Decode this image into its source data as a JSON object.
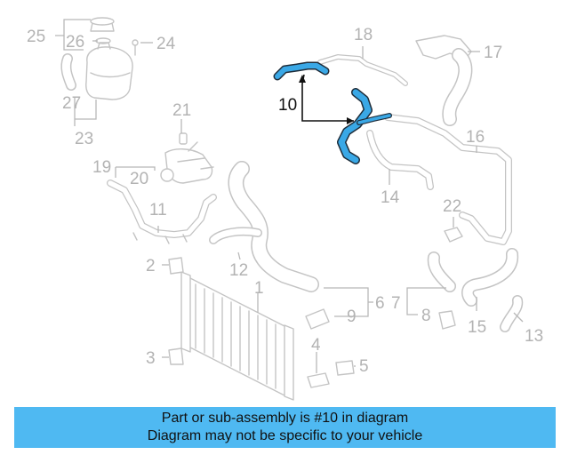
{
  "callouts": {
    "c1": "1",
    "c2": "2",
    "c3": "3",
    "c4": "4",
    "c5": "5",
    "c6": "6",
    "c7": "7",
    "c8": "8",
    "c9": "9",
    "c10": "10",
    "c11": "11",
    "c12": "12",
    "c13": "13",
    "c14": "14",
    "c15": "15",
    "c16": "16",
    "c17": "17",
    "c18": "18",
    "c19": "19",
    "c20": "20",
    "c21": "21",
    "c22": "22",
    "c23": "23",
    "c24": "24",
    "c25": "25",
    "c26": "26",
    "c27": "27"
  },
  "highlighted_part": "10",
  "colors": {
    "highlight": "#3aa8e6",
    "banner": "#4fb9f2",
    "parts": "#c4c4c4"
  },
  "banner": {
    "line1": "Part or sub-assembly is #10 in diagram",
    "line2": "Diagram may not be specific to your vehicle"
  }
}
